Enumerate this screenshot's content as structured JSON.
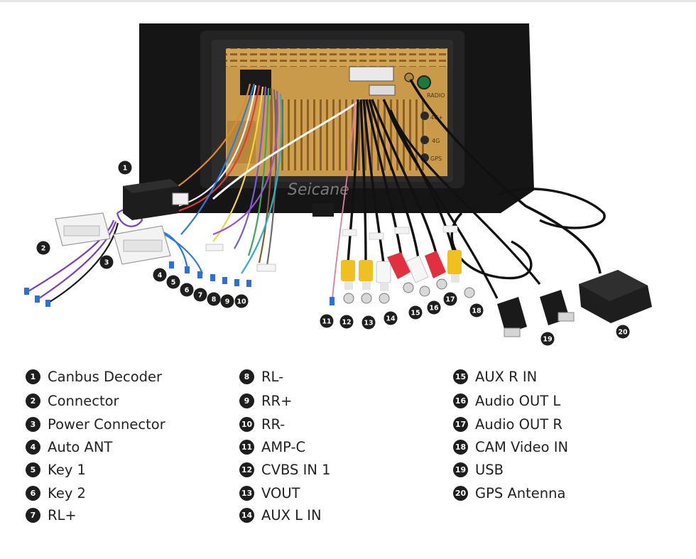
{
  "watermark": "Seicane",
  "unit_labels": [
    "RADIO",
    "4G+",
    "4G",
    "GPS"
  ],
  "legend": [
    {
      "num": "1",
      "label": "Canbus Decoder"
    },
    {
      "num": "2",
      "label": "Connector"
    },
    {
      "num": "3",
      "label": "Power Connector"
    },
    {
      "num": "4",
      "label": "Auto ANT"
    },
    {
      "num": "5",
      "label": "Key 1"
    },
    {
      "num": "6",
      "label": "Key 2"
    },
    {
      "num": "7",
      "label": "RL+"
    },
    {
      "num": "8",
      "label": "RL-"
    },
    {
      "num": "9",
      "label": "RR+"
    },
    {
      "num": "10",
      "label": "RR-"
    },
    {
      "num": "11",
      "label": "AMP-C"
    },
    {
      "num": "12",
      "label": "CVBS IN 1"
    },
    {
      "num": "13",
      "label": "VOUT"
    },
    {
      "num": "14",
      "label": "AUX L IN"
    },
    {
      "num": "15",
      "label": "AUX R IN"
    },
    {
      "num": "16",
      "label": "Audio OUT L"
    },
    {
      "num": "17",
      "label": "Audio OUT R"
    },
    {
      "num": "18",
      "label": "CAM Video IN"
    },
    {
      "num": "19",
      "label": "USB"
    },
    {
      "num": "20",
      "label": "GPS Antenna"
    }
  ],
  "colors": {
    "badge": "#1e1e1e",
    "gold_panel": "#c99a4a",
    "frame": "#1b1b1b",
    "text": "#222222"
  }
}
